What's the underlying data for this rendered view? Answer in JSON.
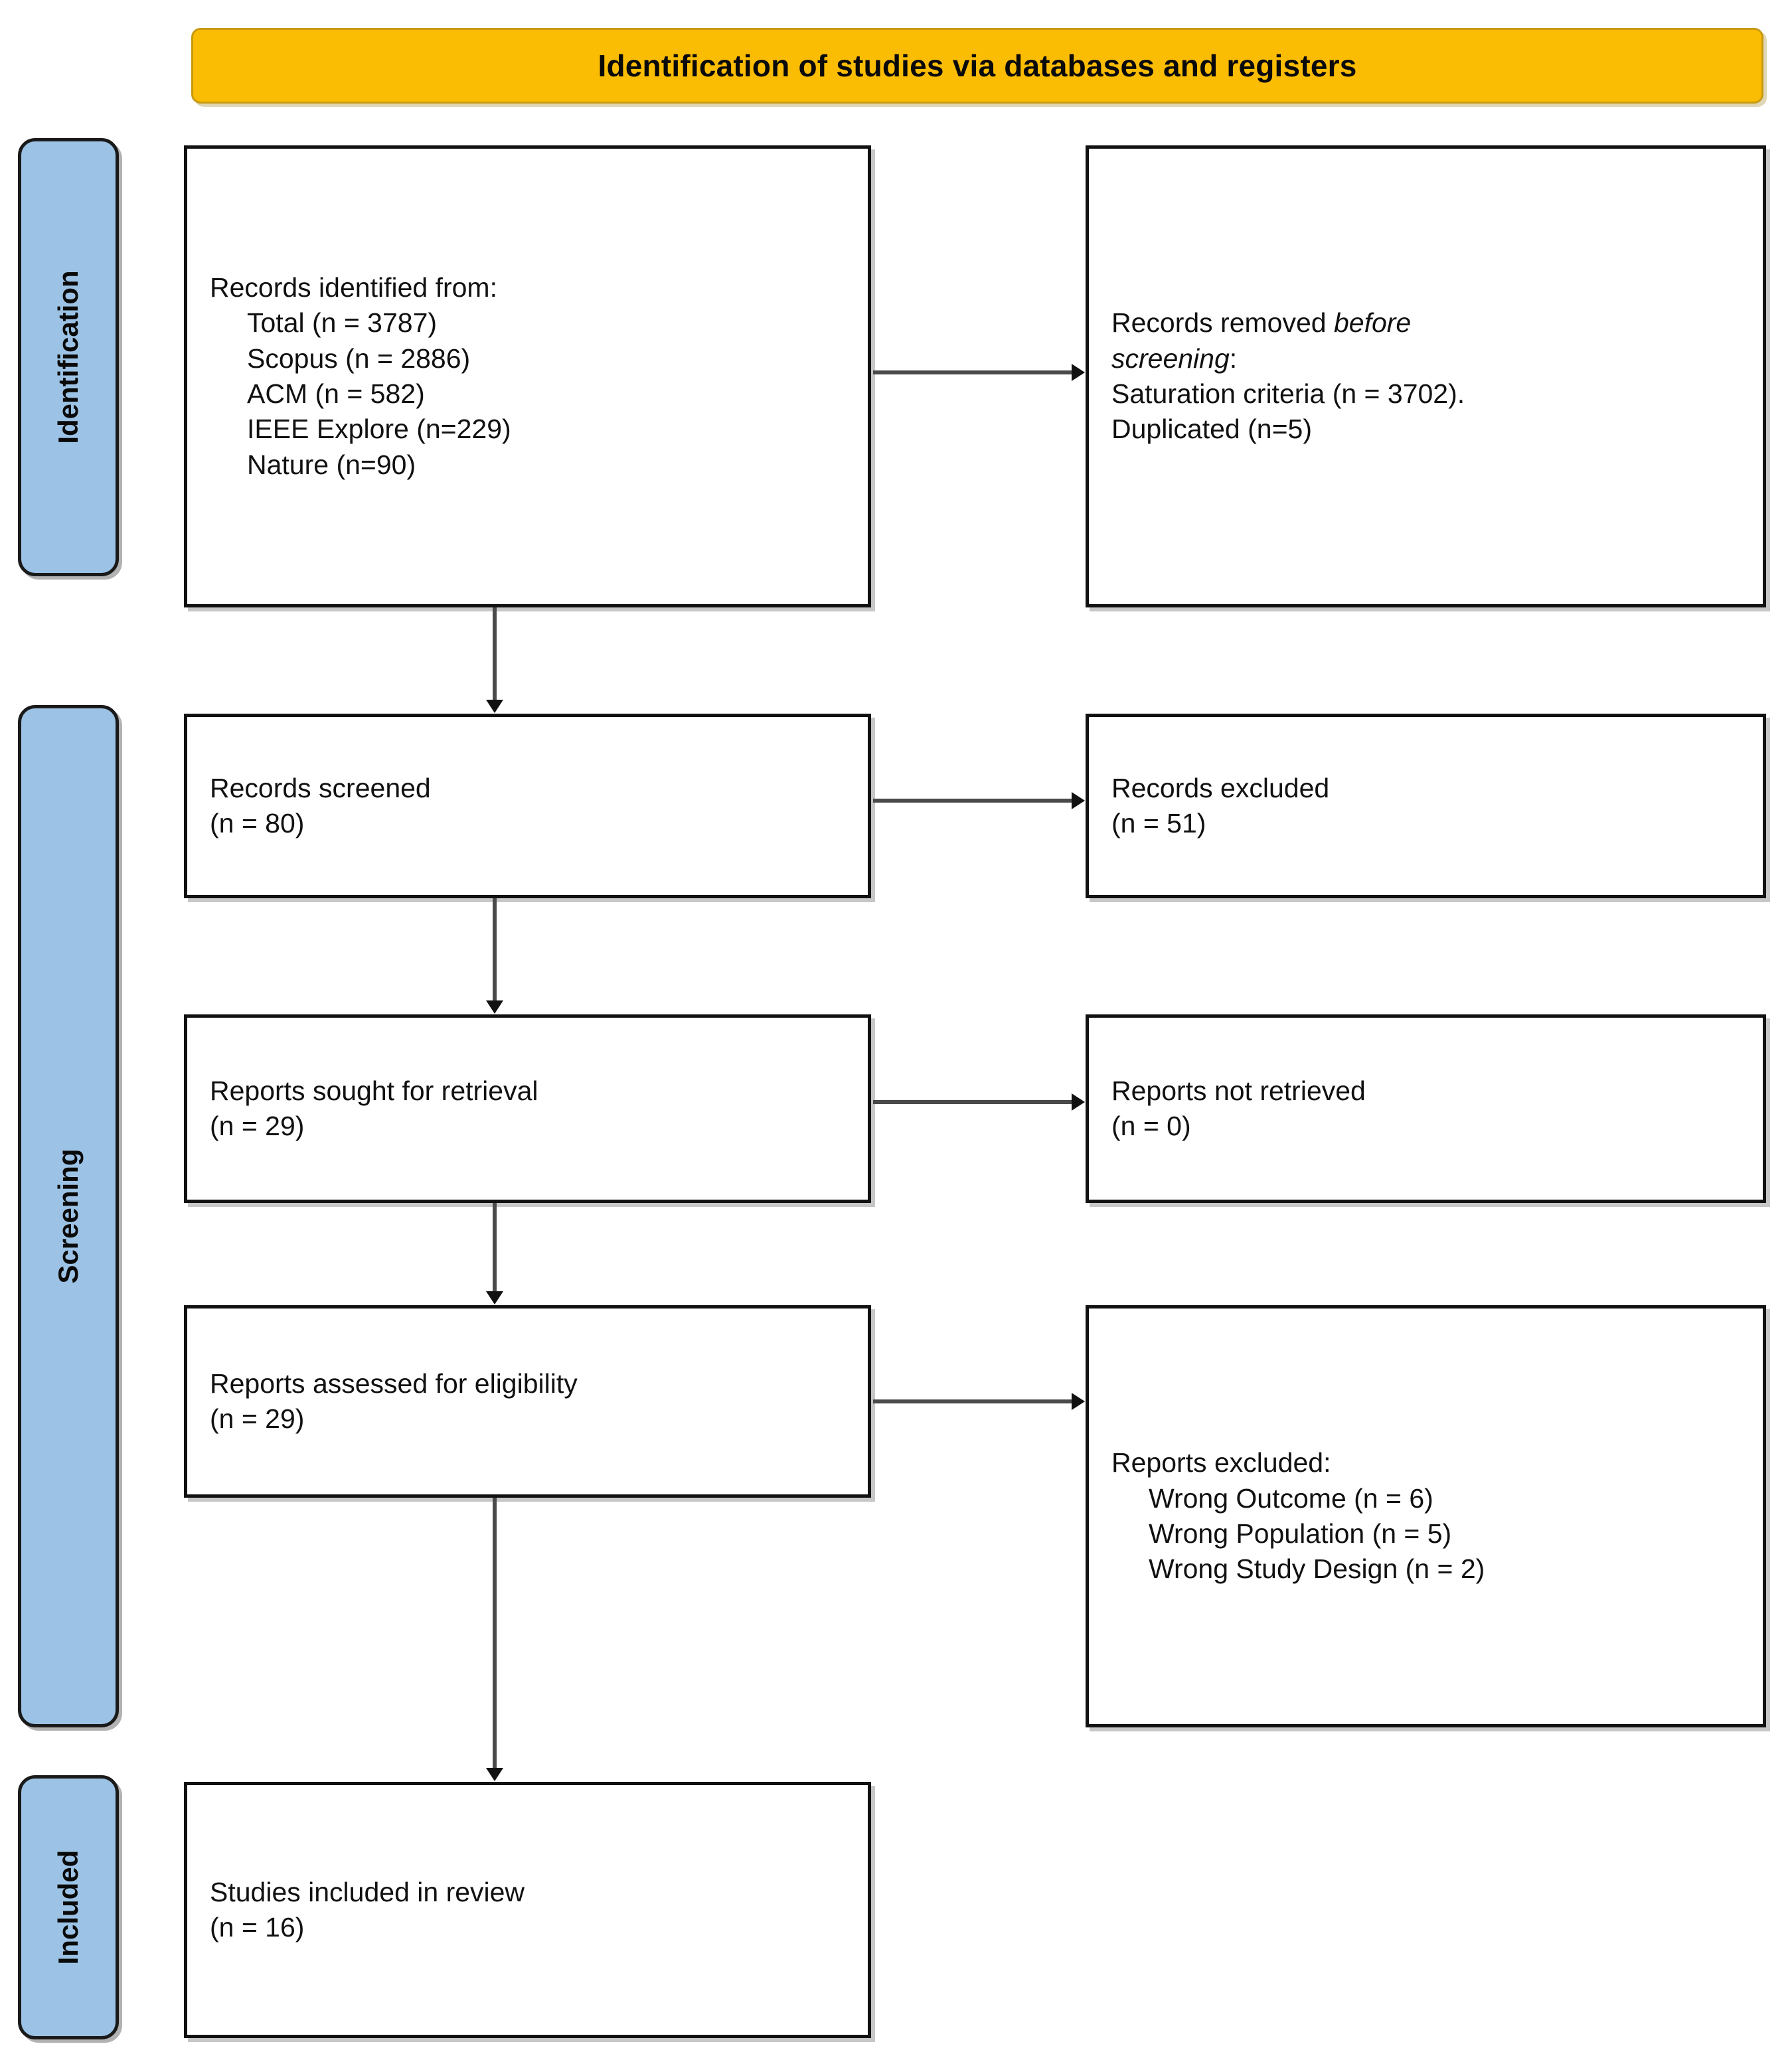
{
  "title": {
    "text": "Identification of studies via databases and registers",
    "background_color": "#FBBC04"
  },
  "phases": [
    {
      "id": "identification",
      "label": "Identification",
      "color": "#9CC3E5"
    },
    {
      "id": "screening",
      "label": "Screening",
      "color": "#9CC3E5"
    },
    {
      "id": "included",
      "label": "Included",
      "color": "#9CC3E5"
    }
  ],
  "boxes": {
    "identified": {
      "heading": "Records identified from:",
      "items": [
        "Total (n = 3787)",
        "Scopus (n = 2886)",
        "ACM (n = 582)",
        "IEEE Explore (n=229)",
        "Nature (n=90)"
      ]
    },
    "removed": {
      "heading_pre": "Records removed ",
      "heading_em1": "before",
      "heading_em2": "screening",
      "heading_post": ":",
      "items": [
        "Saturation criteria (n = 3702).",
        "Duplicated (n=5)"
      ]
    },
    "screened": {
      "label": "Records screened",
      "count": "(n = 80)"
    },
    "excluded_records": {
      "label": "Records excluded",
      "count": "(n = 51)"
    },
    "sought": {
      "label": "Reports sought for retrieval",
      "count": "(n = 29)"
    },
    "not_retrieved": {
      "label": "Reports not retrieved",
      "count": "(n = 0)"
    },
    "assessed": {
      "label": "Reports assessed for eligibility",
      "count": "(n = 29)"
    },
    "excluded_reports": {
      "heading": "Reports excluded:",
      "items": [
        "Wrong Outcome (n = 6)",
        "Wrong Population (n = 5)",
        "Wrong Study Design (n = 2)"
      ]
    },
    "included": {
      "label": "Studies included in review",
      "count": "(n = 16)"
    }
  }
}
